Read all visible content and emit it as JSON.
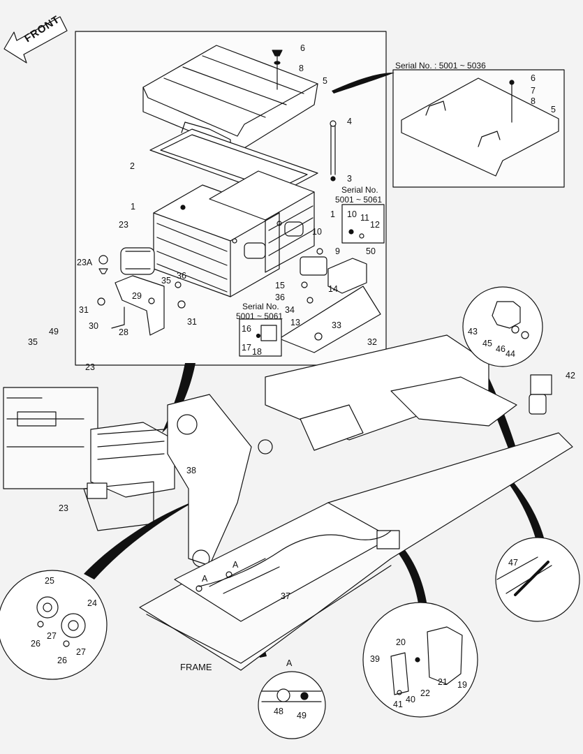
{
  "front_label": "FRONT",
  "frame_label": "FRAME",
  "serial_box_top": "Serial No. : 5001 ~ 5036",
  "serial_box_mid_line1": "Serial No.",
  "serial_box_mid_line2": "5001 ~ 5061",
  "serial_box_low_line1": "Serial No.",
  "serial_box_low_line2": "5001 ~ 5061",
  "callouts": [
    "6",
    "8",
    "5",
    "4",
    "3",
    "2",
    "1",
    "1",
    "10",
    "9",
    "50",
    "23",
    "23A",
    "35",
    "36",
    "29",
    "31",
    "30",
    "28",
    "31",
    "15",
    "36",
    "34",
    "13",
    "14",
    "33",
    "32",
    "16",
    "17",
    "18",
    "10",
    "11",
    "12",
    "6",
    "7",
    "8",
    "5",
    "49",
    "35",
    "23",
    "23",
    "38",
    "43",
    "45",
    "46",
    "44",
    "42",
    "47",
    "37",
    "A",
    "A",
    "25",
    "24",
    "27",
    "26",
    "27",
    "26",
    "20",
    "39",
    "22",
    "21",
    "19",
    "40",
    "41",
    "A",
    "48",
    "49"
  ]
}
